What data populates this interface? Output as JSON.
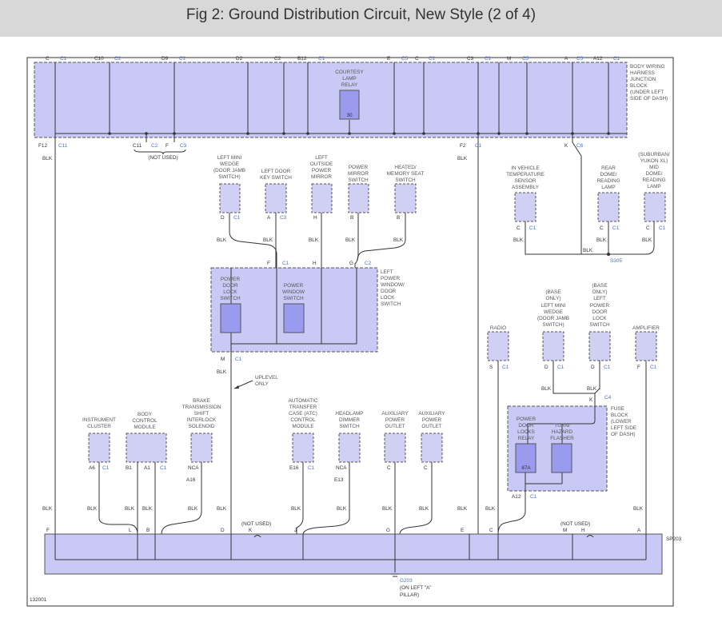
{
  "title": "Fig 2: Ground Distribution Circuit, New Style (2 of 4)",
  "figure_id": "132001",
  "colors": {
    "block_fill": "#c9c9f5",
    "block_stroke": "#555555",
    "component_fill": "#d0d0f4",
    "relay_fill": "#9a9aef",
    "link": "#4a6fd0",
    "title_bar": "#d8d8d8"
  },
  "wire_color": "BLK",
  "junction_block": {
    "label": "BODY WIRING HARNESS JUNCTION BLOCK (UNDER LEFT SIDE OF DASH)",
    "label_lines": [
      "BODY WIRING",
      "HARNESS",
      "JUNCTION",
      "BLOCK",
      "(UNDER LEFT",
      "SIDE OF DASH)"
    ],
    "relay": {
      "label_lines": [
        "COURTESY",
        "LAMP",
        "RELAY"
      ],
      "terminal": "30"
    },
    "top_pins": [
      {
        "pin": "C",
        "conn": "C1"
      },
      {
        "pin": "C10",
        "conn": "C2"
      },
      {
        "pin": "D9",
        "conn": "C2"
      },
      {
        "pin": "D2",
        "conn": ""
      },
      {
        "pin": "C2",
        "conn": ""
      },
      {
        "pin": "B12",
        "conn": "C1"
      },
      {
        "pin": "E",
        "conn": "C5"
      },
      {
        "pin": "C",
        "conn": "C2"
      },
      {
        "pin": "C3",
        "conn": "C1"
      },
      {
        "pin": "M",
        "conn": "C5"
      },
      {
        "pin": "A",
        "conn": "C5"
      },
      {
        "pin": "A12",
        "conn": "C1"
      }
    ],
    "bottom_pins": [
      {
        "pin": "F12",
        "conn": "C11"
      },
      {
        "pin": "C11",
        "conn": "C2"
      },
      {
        "pin": "F",
        "conn": "C3"
      },
      {
        "pin": "F2",
        "conn": "C1"
      },
      {
        "pin": "K",
        "conn": "C6"
      }
    ],
    "not_used": "(NOT USED)"
  },
  "upper_components": [
    {
      "label_lines": [
        "LEFT MINI",
        "WEDGE",
        "(DOOR JAMB",
        "SWITCH)"
      ],
      "pin": "D",
      "conn": "C1"
    },
    {
      "label_lines": [
        "LEFT DOOR",
        "KEY SWITCH"
      ],
      "pin": "A",
      "conn": "C3"
    },
    {
      "label_lines": [
        "LEFT",
        "OUTSIDE",
        "POWER",
        "MIRROR"
      ],
      "pin": "H",
      "conn": ""
    },
    {
      "label_lines": [
        "POWER",
        "MIRROR",
        "SWITCH"
      ],
      "pin": "B",
      "conn": ""
    },
    {
      "label_lines": [
        "HEATED/",
        "MEMORY SEAT",
        "SWITCH"
      ],
      "pin": "B",
      "conn": ""
    }
  ],
  "window_lock_switch": {
    "label_lines": [
      "LEFT",
      "POWER",
      "WINDOW/",
      "DOOR",
      "LOCK",
      "SWITCH"
    ],
    "inner": [
      {
        "label_lines": [
          "POWER",
          "DOOR",
          "LOCK",
          "SWITCH"
        ]
      },
      {
        "label_lines": [
          "POWER",
          "WINDOW",
          "SWITCH"
        ]
      }
    ],
    "input_pins": [
      {
        "pin": "F",
        "conn": "C1"
      },
      {
        "pin": "H",
        "conn": ""
      },
      {
        "pin": "G",
        "conn": "C2"
      }
    ],
    "output_pin": {
      "pin": "M",
      "conn": "C1"
    }
  },
  "uplevel_only": [
    "UPLEVEL",
    "ONLY"
  ],
  "right_components": [
    {
      "label_lines": [
        "IN VEHICLE",
        "TEMPERATURE",
        "SENSOR",
        "ASSEMBLY"
      ],
      "pin": "C",
      "conn": "C1"
    },
    {
      "label_lines": [
        "REAR",
        "DOME/",
        "READING",
        "LAMP"
      ],
      "pin": "C",
      "conn": "C1"
    },
    {
      "label_lines": [
        "(SUBURBAN/",
        "YUKON XL)",
        "MID",
        "DOME/",
        "READING",
        "LAMP"
      ],
      "pin": "C",
      "conn": "C1"
    }
  ],
  "splice_s305": "S305",
  "mid_right_components": [
    {
      "label_lines": [
        "RADIO"
      ],
      "pin": "S",
      "conn": "C1"
    },
    {
      "label_lines": [
        "(BASE",
        "ONLY)",
        "LEFT MINI",
        "WEDGE",
        "(DOOR JAMB",
        "SWITCH)"
      ],
      "pin": "D",
      "conn": "C1"
    },
    {
      "label_lines": [
        "(BASE",
        "ONLY)",
        "LEFT",
        "POWER",
        "DOOR",
        "LOCK",
        "SWITCH"
      ],
      "pin": "D",
      "conn": "C1"
    },
    {
      "label_lines": [
        "AMPLIFIER"
      ],
      "pin": "F",
      "conn": "C1"
    }
  ],
  "fuse_block": {
    "label_lines": [
      "FUSE",
      "BLOCK",
      "(LOWER",
      "LEFT SIDE",
      "OF DASH)"
    ],
    "input_pin": {
      "pin": "K",
      "conn": "C4"
    },
    "relays": [
      {
        "label_lines": [
          "POWER",
          "DOOR",
          "LOCKS",
          "RELAY"
        ],
        "terminal": "87A"
      },
      {
        "label_lines": [
          "TURN/",
          "HAZARD",
          "FLASHER"
        ],
        "terminal": ""
      }
    ],
    "output_pin": {
      "pin": "A12",
      "conn": "C1"
    }
  },
  "lower_components": [
    {
      "label_lines": [
        "INSTRUMENT",
        "CLUSTER"
      ],
      "pins": [
        {
          "pin": "A6",
          "conn": "C1"
        }
      ]
    },
    {
      "label_lines": [
        "BODY",
        "CONTROL",
        "MODULE"
      ],
      "pins": [
        {
          "pin": "B1",
          "conn": ""
        },
        {
          "pin": "A1",
          "conn": "C1"
        }
      ]
    },
    {
      "label_lines": [
        "BRAKE",
        "TRANSMISSION",
        "SHIFT",
        "INTERLOCK",
        "SOLENOID"
      ],
      "pins": [
        {
          "pin": "NCA",
          "conn": ""
        },
        {
          "pin": "A16",
          "conn": ""
        }
      ]
    },
    {
      "label_lines": [
        "AUTOMATIC",
        "TRANSFER",
        "CASE (ATC)",
        "CONTROL",
        "MODULE"
      ],
      "pins": [
        {
          "pin": "E16",
          "conn": "C1"
        }
      ]
    },
    {
      "label_lines": [
        "HEADLAMP",
        "DIMMER",
        "SWITCH"
      ],
      "pins": [
        {
          "pin": "NCA",
          "conn": ""
        },
        {
          "pin": "E13",
          "conn": ""
        }
      ]
    },
    {
      "label_lines": [
        "AUXILIARY",
        "POWER",
        "OUTLET"
      ],
      "pins": [
        {
          "pin": "C",
          "conn": ""
        }
      ]
    },
    {
      "label_lines": [
        "AUXILIARY",
        "POWER",
        "OUTLET"
      ],
      "pins": [
        {
          "pin": "C",
          "conn": ""
        }
      ]
    }
  ],
  "sp203": {
    "label": "SP203",
    "pins": [
      "F",
      "L",
      "B",
      "D",
      "K",
      "J",
      "G",
      "E",
      "C",
      "M",
      "H",
      "A"
    ],
    "not_used": "(NOT USED)"
  },
  "ground": {
    "label": "G203",
    "sub_lines": [
      "(ON LEFT \"A\"",
      "PILLAR)"
    ]
  }
}
